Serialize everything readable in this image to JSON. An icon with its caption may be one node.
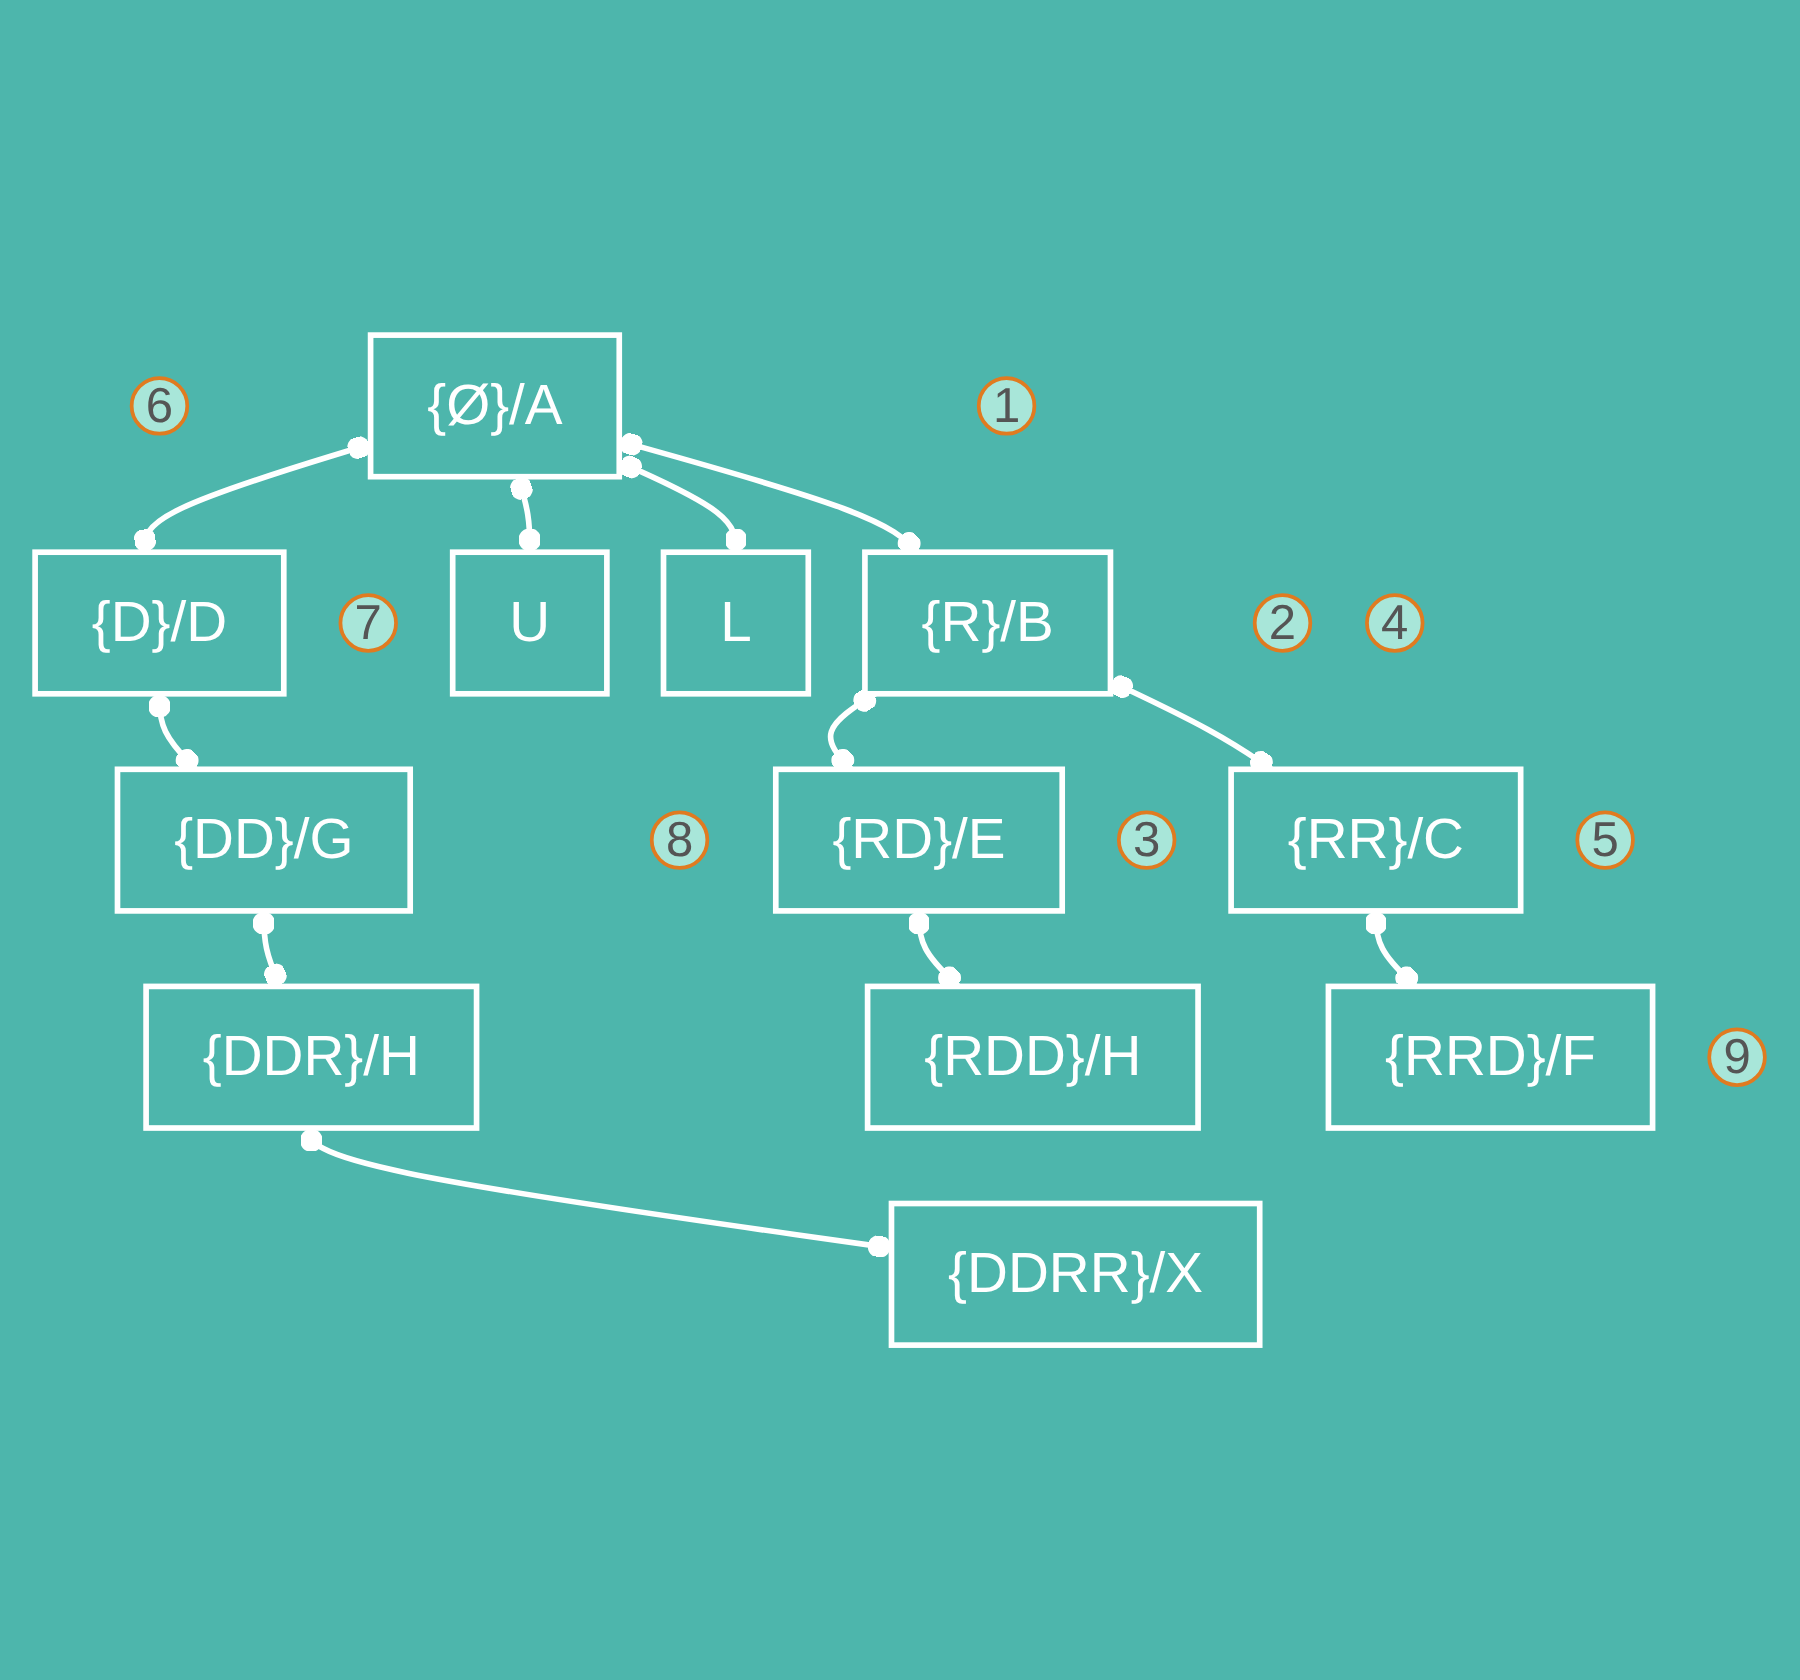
{
  "diagram": {
    "nodes": [
      {
        "text": [
          "{Ø}/A"
        ]
      },
      {
        "text": [
          "6"
        ]
      },
      {
        "text": [
          "{D}/D"
        ]
      },
      {
        "text": [
          "1"
        ]
      },
      {
        "text": [
          "{R}/B"
        ]
      },
      {
        "text": [
          "U"
        ]
      },
      {
        "text": [
          "L"
        ]
      },
      {
        "text": [
          "7"
        ]
      },
      {
        "text": [
          "{DD}/G"
        ]
      },
      {
        "text": [
          "2"
        ]
      },
      {
        "text": [
          "{RD}/E"
        ]
      },
      {
        "text": [
          "4"
        ]
      },
      {
        "text": [
          "{RR}/C"
        ]
      },
      {
        "text": [
          "8"
        ]
      },
      {
        "text": [
          "{DDR}/H"
        ]
      },
      {
        "text": [
          "3"
        ]
      },
      {
        "text": [
          "{RDD}/H"
        ]
      },
      {
        "text": [
          "5"
        ]
      },
      {
        "text": [
          "{RRD}/F"
        ]
      },
      {
        "text": [
          "9"
        ]
      },
      {
        "text": [
          "{DDRR}/X"
        ]
      }
    ],
    "edges": [
      {
        "from": 0,
        "to": 2,
        "arrow": "other"
      },
      {
        "from": 0,
        "to": 4,
        "arrow": "other"
      },
      {
        "from": 0,
        "to": 5,
        "arrow": "other"
      },
      {
        "from": 0,
        "to": 6,
        "arrow": "other"
      },
      {
        "from": 2,
        "to": 8,
        "arrow": "other"
      },
      {
        "from": 8,
        "to": 14,
        "arrow": "other"
      },
      {
        "from": 14,
        "to": 20,
        "arrow": "other"
      },
      {
        "from": 4,
        "to": 10,
        "arrow": "other"
      },
      {
        "from": 4,
        "to": 12,
        "arrow": "other"
      },
      {
        "from": 10,
        "to": 16,
        "arrow": "other"
      },
      {
        "from": 12,
        "to": 18,
        "arrow": "other"
      }
    ]
  }
}
